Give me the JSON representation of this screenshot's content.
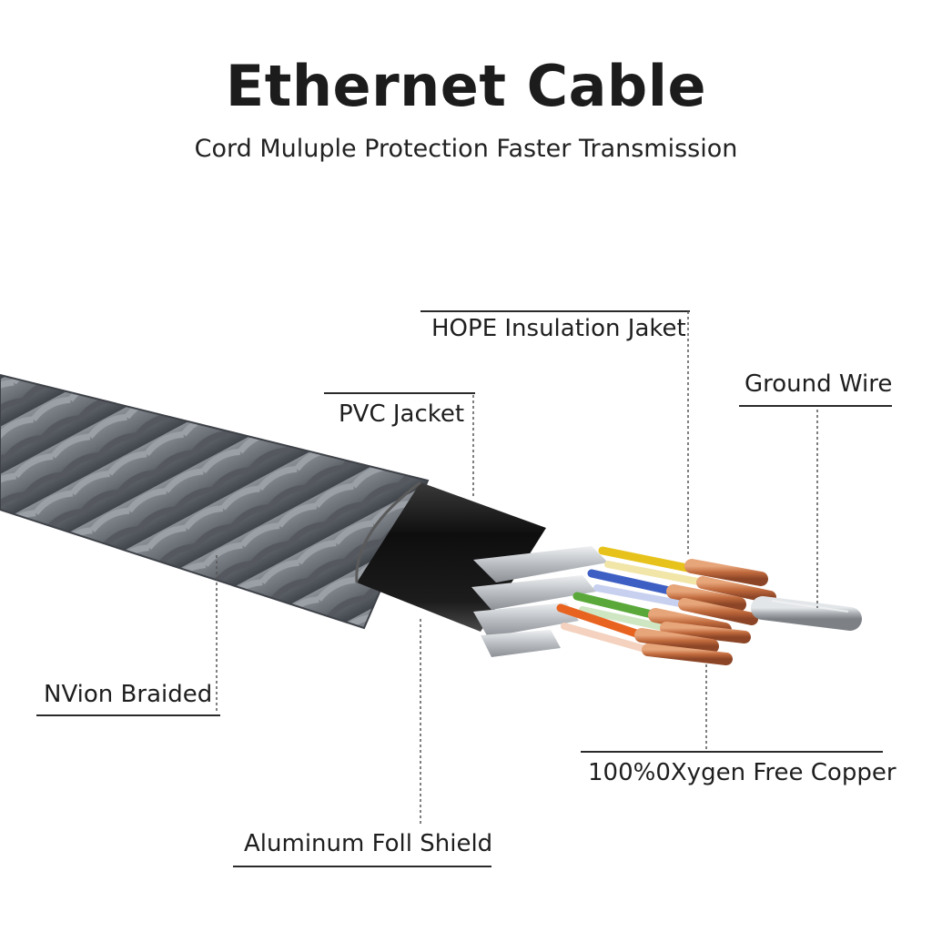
{
  "header": {
    "title": "Ethernet Cable",
    "subtitle": "Cord Muluple Protection Faster Transmission"
  },
  "labels": {
    "hope_jacket": "HOPE Insulation Jaket",
    "ground_wire": "Ground Wire",
    "pvc_jacket": "PVC Jacket",
    "nylon_braided": "NVion Braided",
    "copper": "100%0Xygen Free Copper",
    "foil_shield": "Aluminum Foll Shield"
  },
  "colors": {
    "braid": "#6f747b",
    "braid_dark": "#4b5057",
    "pvc": "#141414",
    "foil": "#c9ccd0",
    "copper": "#c9784a",
    "ground": "#b8bcc0",
    "pair_yellow": "#e6c21a",
    "pair_blue": "#3d5fc4",
    "pair_green": "#5aa83a",
    "pair_orange": "#e8631f"
  },
  "icons": [
    "ethernet-cable-illustration"
  ]
}
